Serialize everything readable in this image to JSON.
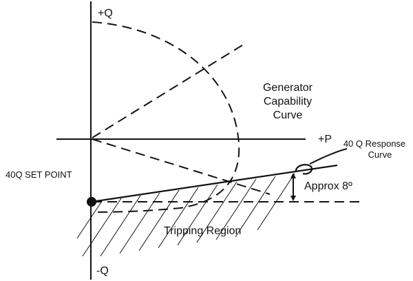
{
  "axes": {
    "q_positive": "+Q",
    "q_negative": "-Q",
    "p_positive": "+P"
  },
  "labels": {
    "capability_line1": "Generator",
    "capability_line2": "Capability",
    "capability_line3": "Curve",
    "response_line1": "40 Q Response",
    "response_line2": "Curve",
    "set_point": "40Q SET POINT",
    "angle": "Approx 8º",
    "tripping_region": "Tripping Region"
  }
}
